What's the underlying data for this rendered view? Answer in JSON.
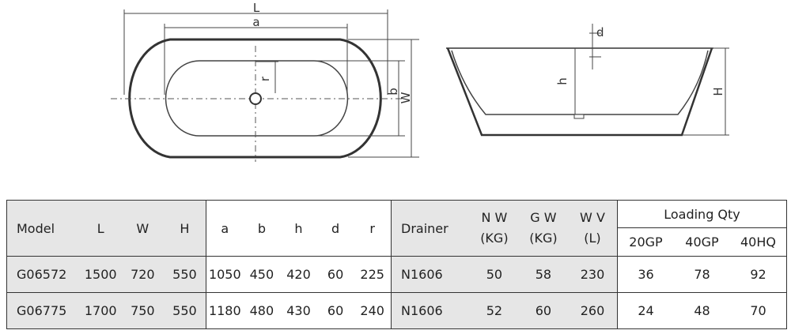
{
  "drawing": {
    "top_view": {
      "labels": {
        "L": "L",
        "a": "a",
        "r": "r",
        "b": "b",
        "W": "W"
      }
    },
    "side_view": {
      "labels": {
        "d": "d",
        "h": "h",
        "H": "H"
      }
    }
  },
  "table": {
    "group1": {
      "model": "Model",
      "L": "L",
      "W": "W",
      "H": "H"
    },
    "group2": {
      "a": "a",
      "b": "b",
      "h": "h",
      "d": "d",
      "r": "r"
    },
    "group3": {
      "drainer": "Drainer",
      "nw": [
        "N W",
        "(KG)"
      ],
      "gw": [
        "G W",
        "(KG)"
      ],
      "wv": [
        "W V",
        "(L)"
      ]
    },
    "loading": {
      "title": "Loading Qty",
      "c20": "20GP",
      "c40": "40GP",
      "c40hq": "40HQ"
    },
    "rows": [
      {
        "model": "G06572",
        "L": "1500",
        "W": "720",
        "H": "550",
        "a": "1050",
        "b": "450",
        "h": "420",
        "d": "60",
        "r": "225",
        "drainer": "N1606",
        "nw": "50",
        "gw": "58",
        "wv": "230",
        "q20": "36",
        "q40": "78",
        "q40hq": "92"
      },
      {
        "model": "G06775",
        "L": "1700",
        "W": "750",
        "H": "550",
        "a": "1180",
        "b": "480",
        "h": "430",
        "d": "60",
        "r": "240",
        "drainer": "N1606",
        "nw": "52",
        "gw": "60",
        "wv": "260",
        "q20": "24",
        "q40": "48",
        "q40hq": "70"
      }
    ]
  }
}
